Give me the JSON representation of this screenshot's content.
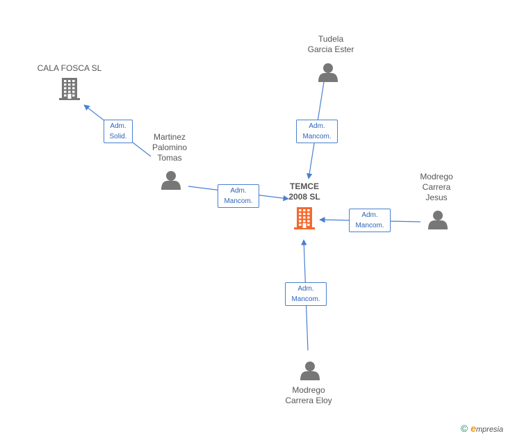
{
  "colors": {
    "edge": "#4a7fd0",
    "person": "#777777",
    "company": "#777777",
    "main_company": "#f26a2e"
  },
  "nodes": [
    {
      "id": "temce",
      "type": "company",
      "main": true,
      "label": "TEMCE\n2008 SL",
      "icon": "building-icon"
    },
    {
      "id": "cala",
      "type": "company",
      "main": false,
      "label": "CALA FOSCA SL",
      "icon": "building-icon"
    },
    {
      "id": "tudela",
      "type": "person",
      "label": "Tudela\nGarcia Ester",
      "icon": "person-icon"
    },
    {
      "id": "martinez",
      "type": "person",
      "label": "Martinez\nPalomino\nTomas",
      "icon": "person-icon"
    },
    {
      "id": "modrego_jesus",
      "type": "person",
      "label": "Modrego\nCarrera\nJesus",
      "icon": "person-icon"
    },
    {
      "id": "modrego_eloy",
      "type": "person",
      "label": "Modrego\nCarrera Eloy",
      "icon": "person-icon"
    }
  ],
  "edges": [
    {
      "from": "martinez",
      "to": "cala",
      "label": "Adm.\nSolid."
    },
    {
      "from": "tudela",
      "to": "temce",
      "label": "Adm.\nMancom."
    },
    {
      "from": "martinez",
      "to": "temce",
      "label": "Adm.\nMancom."
    },
    {
      "from": "modrego_jesus",
      "to": "temce",
      "label": "Adm.\nMancom."
    },
    {
      "from": "modrego_eloy",
      "to": "temce",
      "label": "Adm.\nMancom."
    }
  ],
  "brand": {
    "copyright": "©",
    "initial": "e",
    "name": "mpresia"
  }
}
